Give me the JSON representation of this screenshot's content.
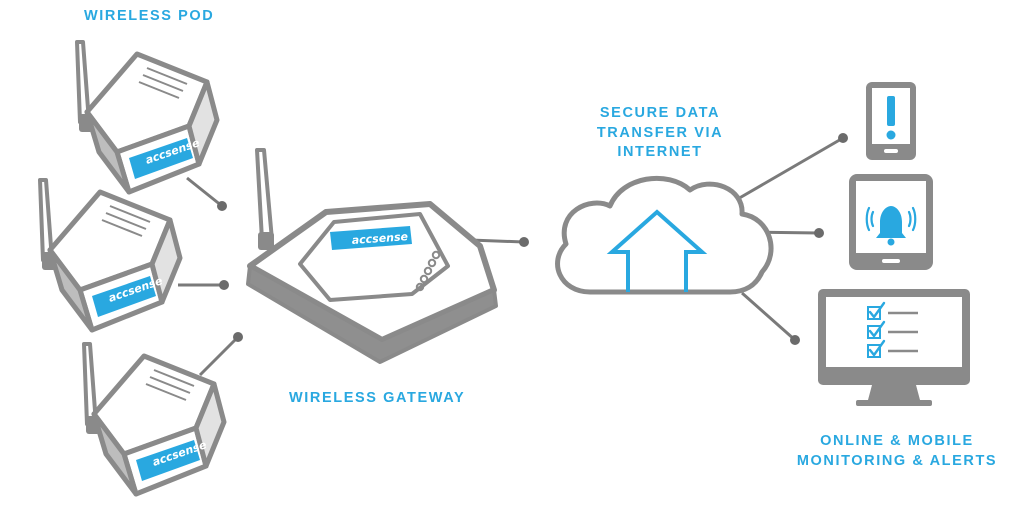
{
  "labels": {
    "wireless_pod": "WIRELESS POD",
    "wireless_gateway": "WIRELESS GATEWAY",
    "secure_line1": "SECURE DATA",
    "secure_line2": "TRANSFER VIA",
    "secure_line3": "INTERNET",
    "monitoring_line1": "ONLINE & MOBILE",
    "monitoring_line2": "MONITORING & ALERTS"
  },
  "brand": {
    "name": "accsense",
    "color": "#29a8e0"
  },
  "colors": {
    "device_gray": "#8a8a8a",
    "connector_gray": "#6b6b6b",
    "accent_blue": "#29a8e0",
    "fill_white": "#ffffff"
  }
}
